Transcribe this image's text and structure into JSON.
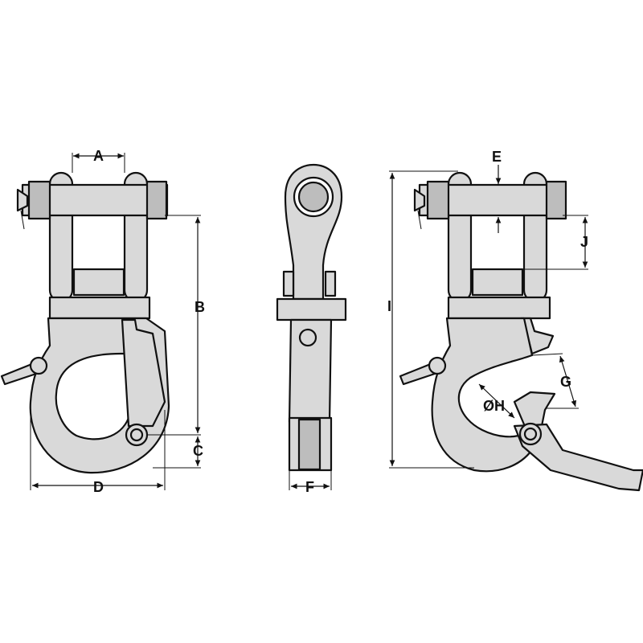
{
  "dimension_labels": {
    "A": "A",
    "B": "B",
    "C": "C",
    "D": "D",
    "E": "E",
    "F": "F",
    "G": "G",
    "H": "ØH",
    "I": "I",
    "J": "J"
  },
  "colors": {
    "body_fill": "#d9d9d9",
    "line": "#111111",
    "background": "#ffffff"
  }
}
